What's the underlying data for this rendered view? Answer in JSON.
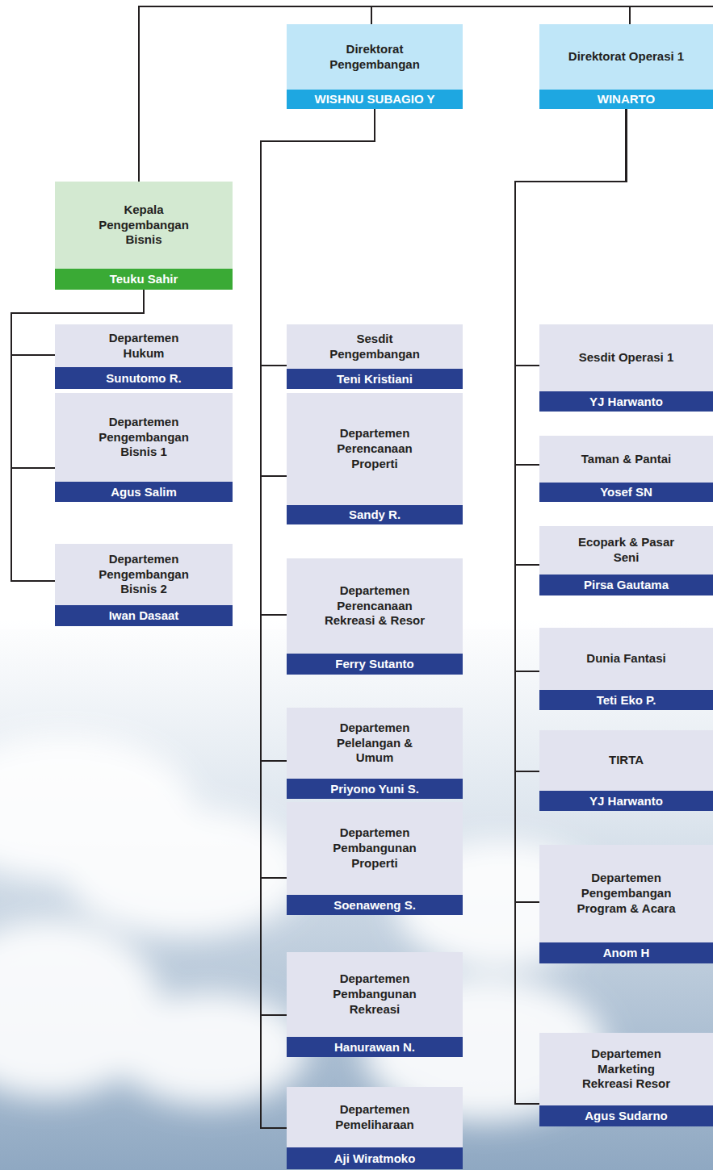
{
  "diagram": {
    "nodes": [
      {
        "text": [
          "Direktorat Pengembangan",
          "WISHNU SUBAGIO Y"
        ]
      },
      {
        "text": [
          "Direktorat Operasi 1",
          "WINARTO"
        ]
      },
      {
        "text": [
          "Kepala Pengembangan Bisnis",
          "Teuku Sahir"
        ]
      },
      {
        "text": [
          "Departemen Hukum",
          "Sunutomo R."
        ]
      },
      {
        "text": [
          "Departemen Pengembangan Bisnis 1",
          "Agus Salim"
        ]
      },
      {
        "text": [
          "Departemen Pengembangan Bisnis 2",
          "Iwan Dasaat"
        ]
      },
      {
        "text": [
          "Sesdit Pengembangan",
          "Teni Kristiani"
        ]
      },
      {
        "text": [
          "Departemen Perencanaan Properti",
          "Sandy R."
        ]
      },
      {
        "text": [
          "Departemen Perencanaan Rekreasi & Resor",
          "Ferry Sutanto"
        ]
      },
      {
        "text": [
          "Departemen Pelelangan & Umum",
          "Priyono Yuni S."
        ]
      },
      {
        "text": [
          "Departemen Pembangunan Properti",
          "Soenaweng S."
        ]
      },
      {
        "text": [
          "Departemen Pembangunan Rekreasi",
          "Hanurawan N."
        ]
      },
      {
        "text": [
          "Departemen Pemeliharaan",
          "Aji Wiratmoko"
        ]
      },
      {
        "text": [
          "Sesdit Operasi 1",
          "YJ Harwanto"
        ]
      },
      {
        "text": [
          "Taman & Pantai",
          "Yosef SN"
        ]
      },
      {
        "text": [
          "Ecopark & Pasar Seni",
          "Pirsa Gautama"
        ]
      },
      {
        "text": [
          "Dunia Fantasi",
          "Teti Eko P."
        ]
      },
      {
        "text": [
          "TIRTA",
          "YJ Harwanto"
        ]
      },
      {
        "text": [
          "Departemen Pengembangan Program & Acara",
          "Anom H"
        ]
      },
      {
        "text": [
          "Departemen Marketing Rekreasi Resor",
          "Agus Sudarno"
        ]
      }
    ],
    "edges": [
      {
        "from": 2,
        "to": 3,
        "arrow": "none"
      },
      {
        "from": 2,
        "to": 4,
        "arrow": "none"
      },
      {
        "from": 2,
        "to": 5,
        "arrow": "none"
      },
      {
        "from": 0,
        "to": 6,
        "arrow": "none"
      },
      {
        "from": 0,
        "to": 7,
        "arrow": "none"
      },
      {
        "from": 0,
        "to": 8,
        "arrow": "none"
      },
      {
        "from": 0,
        "to": 9,
        "arrow": "none"
      },
      {
        "from": 0,
        "to": 10,
        "arrow": "none"
      },
      {
        "from": 0,
        "to": 11,
        "arrow": "none"
      },
      {
        "from": 0,
        "to": 12,
        "arrow": "none"
      },
      {
        "from": 1,
        "to": 13,
        "arrow": "none"
      },
      {
        "from": 1,
        "to": 14,
        "arrow": "none"
      },
      {
        "from": 1,
        "to": 15,
        "arrow": "none"
      },
      {
        "from": 1,
        "to": 16,
        "arrow": "none"
      },
      {
        "from": 1,
        "to": 17,
        "arrow": "none"
      },
      {
        "from": 1,
        "to": 18,
        "arrow": "none"
      },
      {
        "from": 1,
        "to": 19,
        "arrow": "none"
      }
    ]
  }
}
